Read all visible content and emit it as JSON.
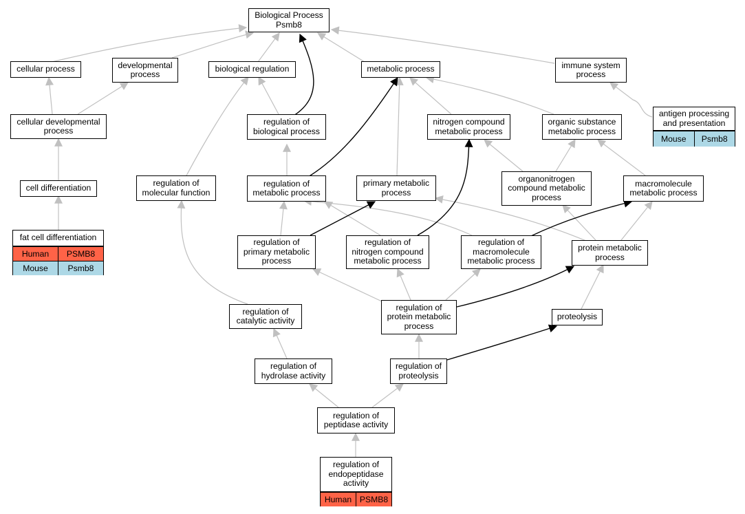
{
  "colors": {
    "human": "#ff6347",
    "mouse": "#add8e6",
    "edge_gray": "#c0c0c0",
    "edge_black": "#000000"
  },
  "nodes": {
    "root": "Biological Process\nPsmb8",
    "cellular_process": "cellular process",
    "developmental_process": "developmental\nprocess",
    "biological_regulation": "biological regulation",
    "metabolic_process": "metabolic process",
    "immune_system_process": "immune system\nprocess",
    "cellular_developmental_process": "cellular developmental\nprocess",
    "regulation_of_biological_process": "regulation of\nbiological process",
    "nitrogen_compound_metabolic_process": "nitrogen compound\nmetabolic process",
    "organic_substance_metabolic_process": "organic substance\nmetabolic process",
    "cell_differentiation": "cell differentiation",
    "regulation_of_molecular_function": "regulation of\nmolecular function",
    "regulation_of_metabolic_process": "regulation of\nmetabolic process",
    "primary_metabolic_process": "primary metabolic\nprocess",
    "organonitrogen_compound_metabolic_process": "organonitrogen\ncompound metabolic\nprocess",
    "macromolecule_metabolic_process": "macromolecule\nmetabolic process",
    "regulation_of_primary_metabolic_process": "regulation of\nprimary metabolic\nprocess",
    "regulation_of_nitrogen_compound_metabolic_process": "regulation of\nnitrogen compound\nmetabolic process",
    "regulation_of_macromolecule_metabolic_process": "regulation of\nmacromolecule\nmetabolic process",
    "protein_metabolic_process": "protein metabolic\nprocess",
    "regulation_of_catalytic_activity": "regulation of\ncatalytic activity",
    "regulation_of_protein_metabolic_process": "regulation of\nprotein metabolic\nprocess",
    "proteolysis": "proteolysis",
    "regulation_of_hydrolase_activity": "regulation of\nhydrolase activity",
    "regulation_of_proteolysis": "regulation of\nproteolysis",
    "regulation_of_peptidase_activity": "regulation of\npeptidase activity"
  },
  "annotated": {
    "antigen_processing": {
      "title": "antigen processing\nand presentation",
      "rows": [
        {
          "species": "Mouse",
          "gene": "Psmb8"
        }
      ]
    },
    "fat_cell_differentiation": {
      "title": "fat cell differentiation",
      "rows": [
        {
          "species": "Human",
          "gene": "PSMB8"
        },
        {
          "species": "Mouse",
          "gene": "Psmb8"
        }
      ]
    },
    "regulation_of_endopeptidase_activity": {
      "title": "regulation of\nendopeptidase\nactivity",
      "rows": [
        {
          "species": "Human",
          "gene": "PSMB8"
        }
      ]
    }
  }
}
